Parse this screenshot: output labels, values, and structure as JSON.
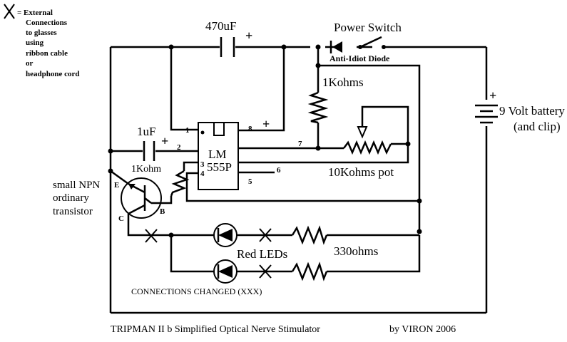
{
  "legend": {
    "symbol": "X",
    "line1": "= External",
    "line2": "Connections",
    "line3": "to glasses",
    "line4": "using",
    "line5": "ribbon cable",
    "line6": "or",
    "line7": "headphone cord"
  },
  "capacitors": {
    "c1_value": "470uF",
    "c2_value": "1uF",
    "polarity": "+"
  },
  "power": {
    "switch_label": "Power Switch",
    "diode_label": "Anti-Idiot Diode",
    "battery_line1": "9 Volt battery",
    "battery_line2": "(and clip)",
    "battery_polarity": "+"
  },
  "resistors": {
    "r1_value": "1Kohms",
    "r2_value": "1Kohm",
    "pot_value": "10Kohms pot",
    "led_resistor_value": "330ohms"
  },
  "ic": {
    "name_line1": "LM",
    "name_line2": "555P",
    "pins": [
      "1",
      "2",
      "3",
      "4",
      "5",
      "6",
      "7",
      "8"
    ],
    "pin8_polarity": "+"
  },
  "transistor": {
    "line1": "small NPN",
    "line2": "ordinary",
    "line3": "transistor",
    "emitter": "E",
    "base": "B",
    "collector": "C"
  },
  "leds": {
    "label": "Red LEDs"
  },
  "notes": {
    "connections_changed": "CONNECTIONS CHANGED  (XXX)"
  },
  "footer": {
    "title": "TRIPMAN II b   Simplified Optical Nerve Stimulator",
    "author": "by VIRON 2006"
  }
}
